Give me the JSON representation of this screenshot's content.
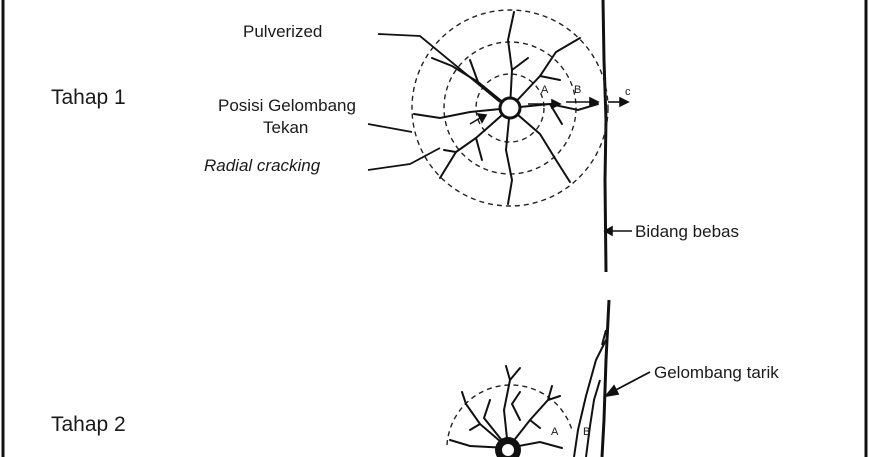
{
  "stage1": {
    "title": "Tahap 1",
    "label_pulverized": "Pulverized",
    "label_posisi_1": "Posisi Gelombang",
    "label_posisi_2": "Tekan",
    "label_radial": "Radial cracking",
    "label_a": "A",
    "label_b": "B",
    "label_c": "c",
    "label_free_face": "Bidang bebas"
  },
  "stage2": {
    "title": "Tahap 2",
    "label_tension_wave": "Gelombang tarik",
    "label_a": "A",
    "label_b": "B"
  }
}
